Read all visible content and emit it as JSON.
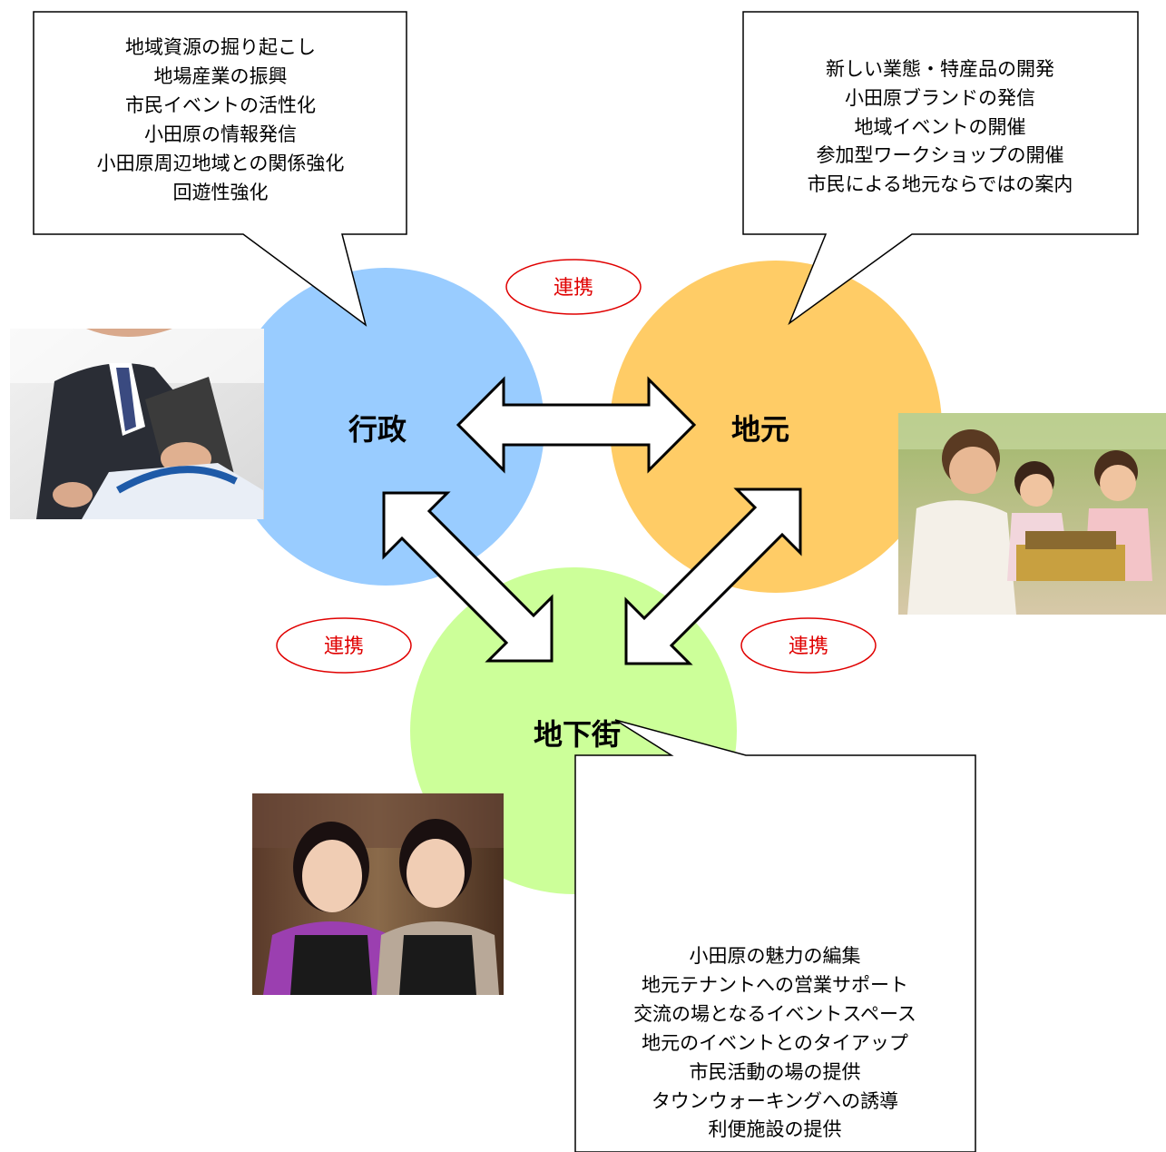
{
  "colors": {
    "gyosei_circle": "#99ccff",
    "jimoto_circle": "#ffcc66",
    "chikagai_circle": "#ccff99",
    "link_ellipse_stroke": "#e00000",
    "link_text": "#e00000"
  },
  "nodes": {
    "gyosei": {
      "label": "行政"
    },
    "jimoto": {
      "label": "地元"
    },
    "chikagai": {
      "label": "地下街"
    }
  },
  "links": {
    "top": "連携",
    "left": "連携",
    "right": "連携"
  },
  "callouts": {
    "gyosei": [
      "地域資源の掘り起こし",
      "地場産業の振興",
      "市民イベントの活性化",
      "小田原の情報発信",
      "小田原周辺地域との関係強化",
      "回遊性強化"
    ],
    "jimoto": [
      "新しい業態・特産品の開発",
      "小田原ブランドの発信",
      "地域イベントの開催",
      "参加型ワークショップの開催",
      "市民による地元ならではの案内"
    ],
    "chikagai": [
      "小田原の魅力の編集",
      "地元テナントへの営業サポート",
      "交流の場となるイベントスペース",
      "地元のイベントとのタイアップ",
      "市民活動の場の提供",
      "タウンウォーキングへの誘導",
      "利便施設の提供"
    ]
  },
  "photos": {
    "gyosei": "businessman-photo",
    "jimoto": "family-photo",
    "chikagai": "shop-staff-photo"
  }
}
